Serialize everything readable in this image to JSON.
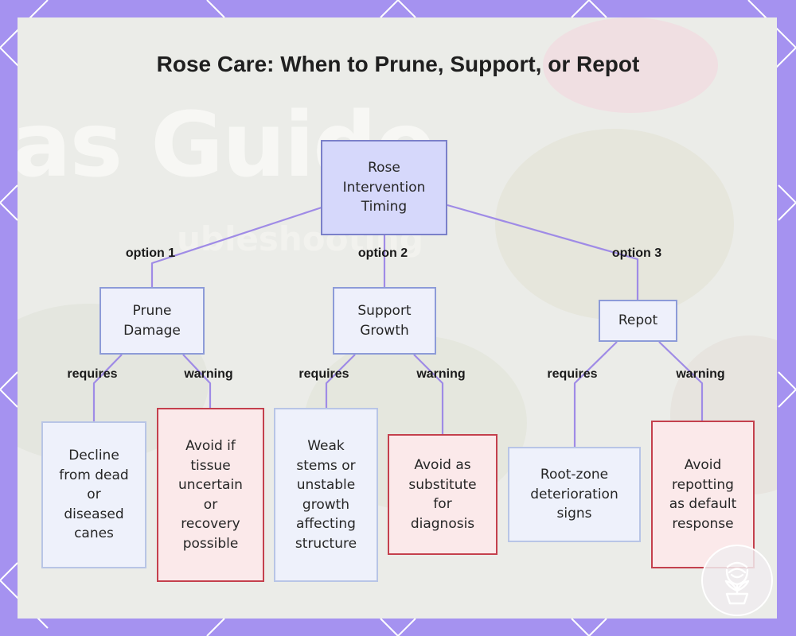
{
  "title": "Rose Care: When to Prune, Support, or Repot",
  "watermark": {
    "heading": "as Guide",
    "subheading": "ubleshooting"
  },
  "colors": {
    "frame": "#a592f0",
    "card": "#ebece8",
    "edge": "#9f8be6",
    "root_fill": "#d6d8fb",
    "option_fill": "#eef0fb",
    "warning_border": "#c4404d",
    "warning_fill": "#fbe9ea"
  },
  "badge_icon": "rose-icon",
  "diagram": {
    "root": {
      "label": "Rose Intervention Timing"
    },
    "branches": [
      {
        "edge_label": "option 1",
        "label": "Prune Damage",
        "requires": {
          "edge_label": "requires",
          "label": "Decline from dead or diseased canes"
        },
        "warning": {
          "edge_label": "warning",
          "label": "Avoid if tissue uncertain or recovery possible"
        }
      },
      {
        "edge_label": "option 2",
        "label": "Support Growth",
        "requires": {
          "edge_label": "requires",
          "label": "Weak stems or unstable growth affecting structure"
        },
        "warning": {
          "edge_label": "warning",
          "label": "Avoid as substitute for diagnosis"
        }
      },
      {
        "edge_label": "option 3",
        "label": "Repot",
        "requires": {
          "edge_label": "requires",
          "label": "Root-zone deterioration signs"
        },
        "warning": {
          "edge_label": "warning",
          "label": "Avoid repotting as default response"
        }
      }
    ]
  }
}
